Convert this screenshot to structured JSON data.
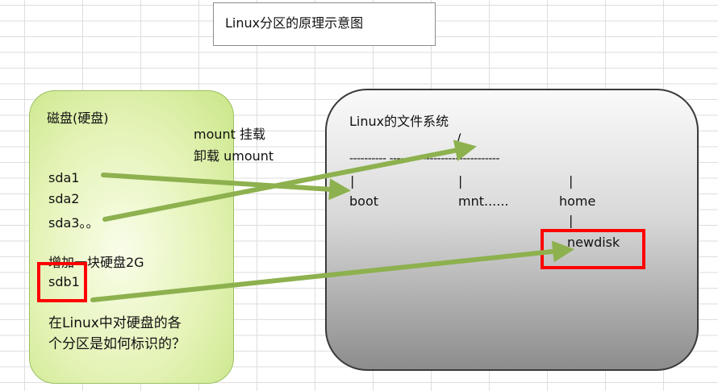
{
  "title": "Linux分区的原理示意图",
  "disk": {
    "heading": "磁盘(硬盘)",
    "partitions": [
      "sda1",
      "sda2",
      "sda3。。"
    ],
    "add_disk_note": "增加一块硬盘2G",
    "new_partition": "sdb1",
    "question_line1": "在Linux中对硬盘的各",
    "question_line2": "个分区是如何标识的？"
  },
  "mount_labels": {
    "mount": "mount 挂载",
    "umount": "卸载 umount"
  },
  "filesystem": {
    "heading": "Linux的文件系统",
    "root": "/",
    "dash_line": "----------  ------------------------------",
    "tick": "|",
    "dirs": [
      "boot",
      "mnt......",
      "home"
    ],
    "subdir": "newdisk"
  },
  "colors": {
    "arrow": "#8db14e",
    "highlight": "#ff0000",
    "disk_fill": "#e4f3b6",
    "fs_fill": "#bdbdbd"
  }
}
